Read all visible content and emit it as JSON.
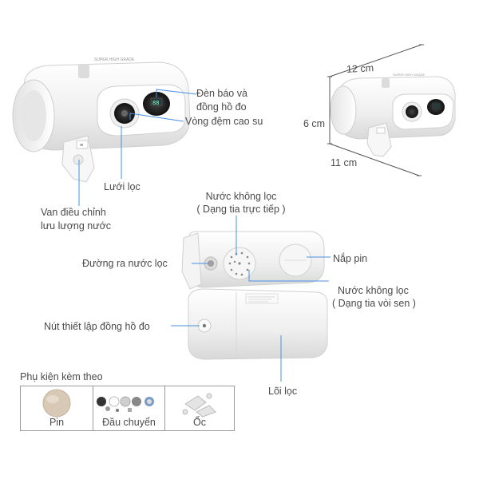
{
  "labels": {
    "den_bao": "Đèn báo và",
    "dong_ho": "đồng hồ đo",
    "vong_dem": "Vòng đệm cao su",
    "luoi_loc": "Lưới lọc",
    "van_dieu_chinh_1": "Van điều chỉnh",
    "van_dieu_chinh_2": "lưu lượng nước",
    "dim_width": "12 cm",
    "dim_height": "6 cm",
    "dim_depth": "11 cm",
    "nuoc_khong_loc_1": "Nước không lọc",
    "dang_tia_truc_tiep": "( Dạng tia trực tiếp )",
    "duong_ra": "Đường ra nước lọc",
    "nap_pin": "Nắp pin",
    "nuoc_khong_loc_2": "Nước không lọc",
    "dang_tia_voi_sen": "( Dạng tia vòi sen )",
    "nut_thiet_lap": "Nút thiết lập đồng hồ đo",
    "loi_loc": "Lõi lọc"
  },
  "accessories": {
    "title": "Phụ kiện kèm theo",
    "items": [
      {
        "label": "Pin"
      },
      {
        "label": "Đầu chuyển"
      },
      {
        "label": "Ốc"
      }
    ]
  },
  "colors": {
    "accent_line": "#4a90e2",
    "device_body": "#f4f4f4",
    "device_dark": "#222222"
  }
}
